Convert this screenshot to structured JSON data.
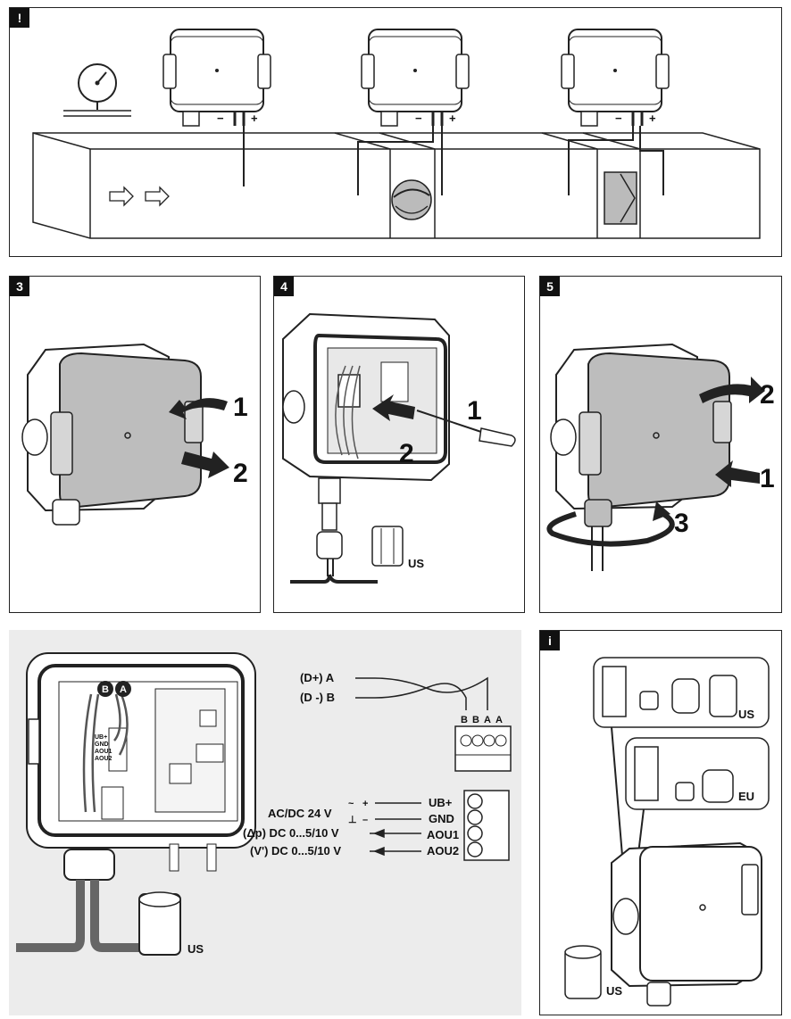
{
  "panels": {
    "top": {
      "badge": "!"
    },
    "p3": {
      "badge": "3",
      "step1": "1",
      "step2": "2"
    },
    "p4": {
      "badge": "4",
      "step1": "1",
      "step2": "2",
      "us": "US"
    },
    "p5": {
      "badge": "5",
      "step1": "1",
      "step2": "2",
      "step3": "3"
    },
    "info": {
      "badge": "i",
      "us": "US",
      "eu": "EU",
      "us2": "US"
    }
  },
  "top_device": {
    "minus": "−",
    "plus": "+"
  },
  "wiring": {
    "terminal_a": "B",
    "terminal_b": "A",
    "bus": {
      "dplus": "(D+) A",
      "dminus": "(D -) B",
      "pins": [
        "B",
        "B",
        "A",
        "A"
      ]
    },
    "power": {
      "supply": "AC/DC 24 V",
      "tilde": "~",
      "plus": "+",
      "ground": "⊥",
      "minus": "–",
      "ub": "UB+",
      "gnd": "GND",
      "dp": "(Δp) DC 0...5/10 V",
      "v": "(V') DC 0...5/10 V",
      "aou1": "AOU1",
      "aou2": "AOU2"
    },
    "us": "US",
    "board_labels": [
      "UB+",
      "GND",
      "AOU1",
      "AOU2"
    ]
  }
}
